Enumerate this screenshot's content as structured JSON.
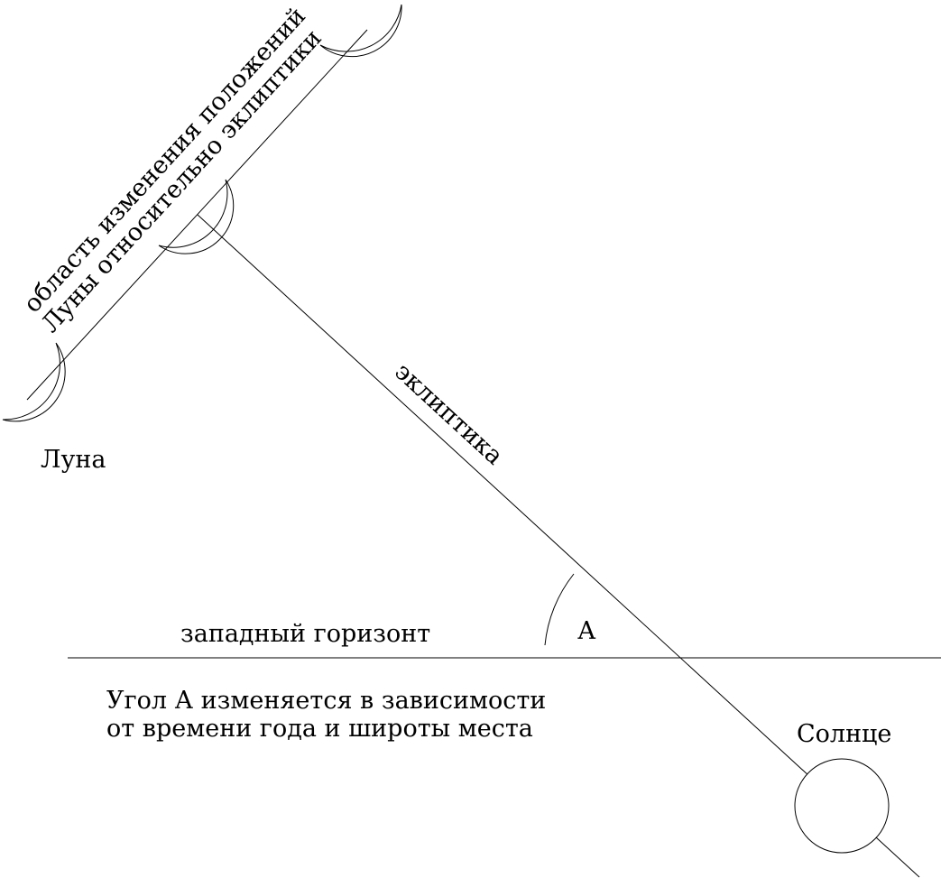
{
  "labels": {
    "region_line1": "область изменения положений",
    "region_line2": "Луны относительно эклиптики",
    "moon": "Луна",
    "ecliptic": "эклиптика",
    "horizon": "западный горизонт",
    "angle": "А",
    "note_line1": "Угол А изменяется в зависимости",
    "note_line2": "от времени года и широты места",
    "sun": "Солнце"
  }
}
